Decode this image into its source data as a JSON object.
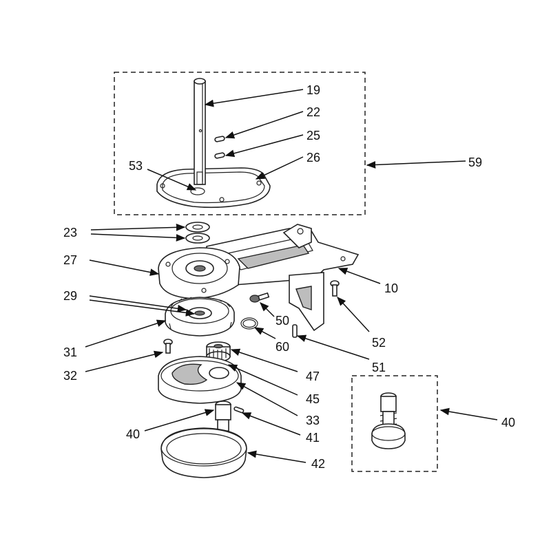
{
  "callouts": {
    "c19": "19",
    "c22": "22",
    "c25": "25",
    "c26": "26",
    "c53": "53",
    "c59": "59",
    "c23": "23",
    "c27": "27",
    "c10": "10",
    "c29": "29",
    "c50": "50",
    "c52": "52",
    "c31": "31",
    "c60": "60",
    "c51": "51",
    "c32": "32",
    "c47": "47",
    "c45": "45",
    "c33": "33",
    "c40a": "40",
    "c41": "41",
    "c42": "42",
    "c40b": "40"
  }
}
